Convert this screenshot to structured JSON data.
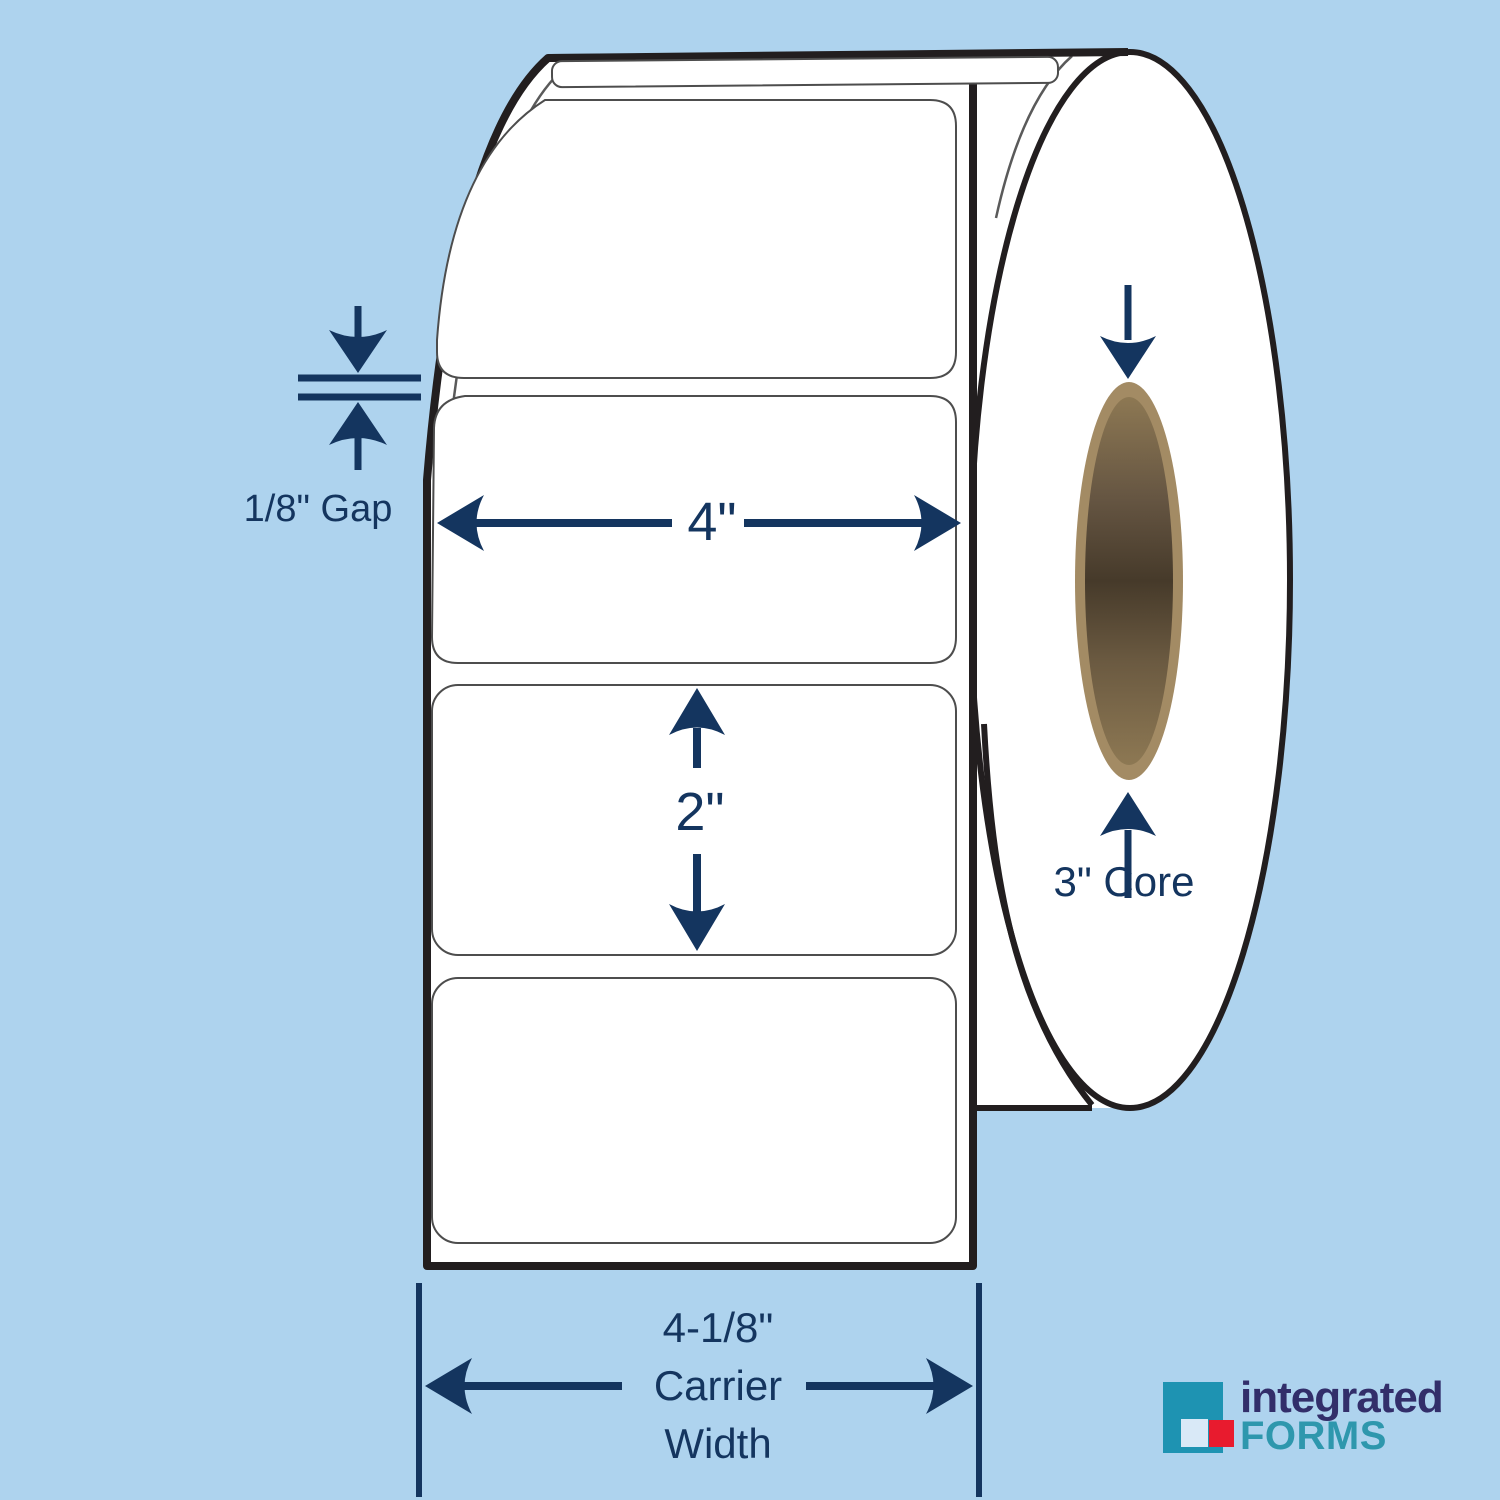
{
  "page": {
    "background_color": "#aed3ee",
    "description": "Diagram of a direct thermal label roll with dimensions"
  },
  "diagram": {
    "annotation_color": "#14355f",
    "outline_color": "#221e1f",
    "label_outline_color": "#4d4d4d",
    "roll_face_color": "#ffffff",
    "strip_color": "#ffffff",
    "labels_visible_on_strip": 4,
    "annotations": {
      "gap": "1/8\" Gap",
      "label_width": "4\"",
      "label_height": "2\"",
      "core": "3\" Core",
      "carrier_line1": "4-1/8\"",
      "carrier_line2": "Carrier",
      "carrier_line3": "Width"
    },
    "core": {
      "ring_color": "#a38b64",
      "inner_top_color": "#8d7853",
      "inner_dark_color": "#463a2a",
      "inner_bottom_color": "#8d7853"
    }
  },
  "logo": {
    "word1": "integrated",
    "word2": "FORMS",
    "word1_color": "#322e6a",
    "word2_color": "#2e97ad",
    "mark_teal_color": "#1e93b2",
    "mark_light_color": "#d9e9f7",
    "mark_red_color": "#e81b2e"
  }
}
